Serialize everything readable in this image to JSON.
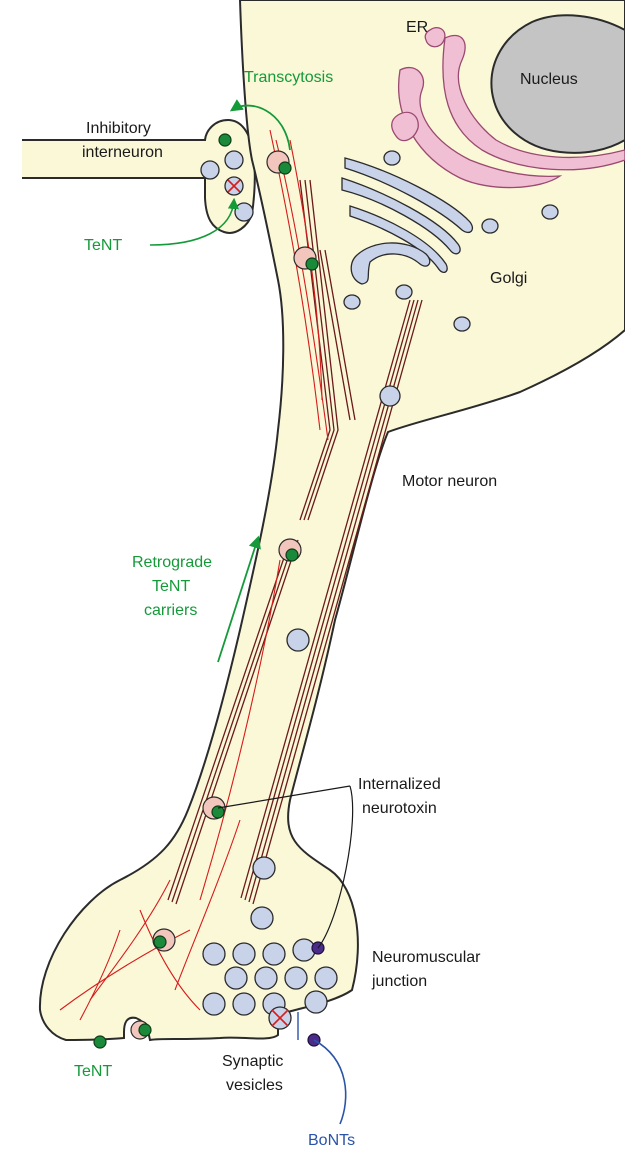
{
  "labels": {
    "er": "ER",
    "nucleus": "Nucleus",
    "transcytosis": "Transcytosis",
    "inhibitory_line1": "Inhibitory",
    "inhibitory_line2": "interneuron",
    "tent_top": "TeNT",
    "golgi": "Golgi",
    "motor_neuron": "Motor neuron",
    "retrograde_line1": "Retrograde",
    "retrograde_line2": "TeNT",
    "retrograde_line3": "carriers",
    "internalized_line1": "Internalized",
    "internalized_line2": "neurotoxin",
    "nmj_line1": "Neuromuscular",
    "nmj_line2": "junction",
    "tent_bottom": "TeNT",
    "synaptic_line1": "Synaptic",
    "synaptic_line2": "vesicles",
    "bonts": "BoNTs"
  },
  "colors": {
    "cytoplasm": "#fbf8d8",
    "vesicle": "#c8d2e8",
    "tent": "#1a8a3a",
    "bont": "#4a2b8a",
    "er": "#f0bfd4",
    "nucleus": "#c4c4c4",
    "text_green": "#159a3a",
    "text_blue": "#2a54a8"
  }
}
